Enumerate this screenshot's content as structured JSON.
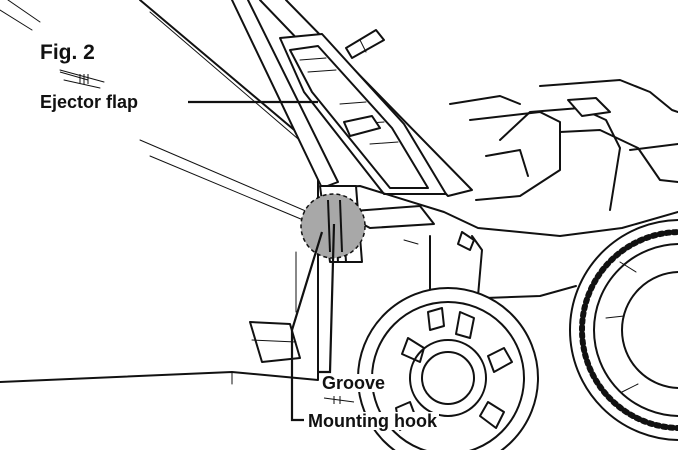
{
  "figure": {
    "title": "Fig. 2",
    "callouts": {
      "ejector_flap": "Ejector flap",
      "groove": "Groove",
      "mounting_hook": "Mounting hook"
    }
  },
  "colors": {
    "line": "#111111",
    "paper": "#ffffff",
    "highlight": "#a8a8a8"
  },
  "icons": [
    "leader-line",
    "magnifier-circle"
  ]
}
